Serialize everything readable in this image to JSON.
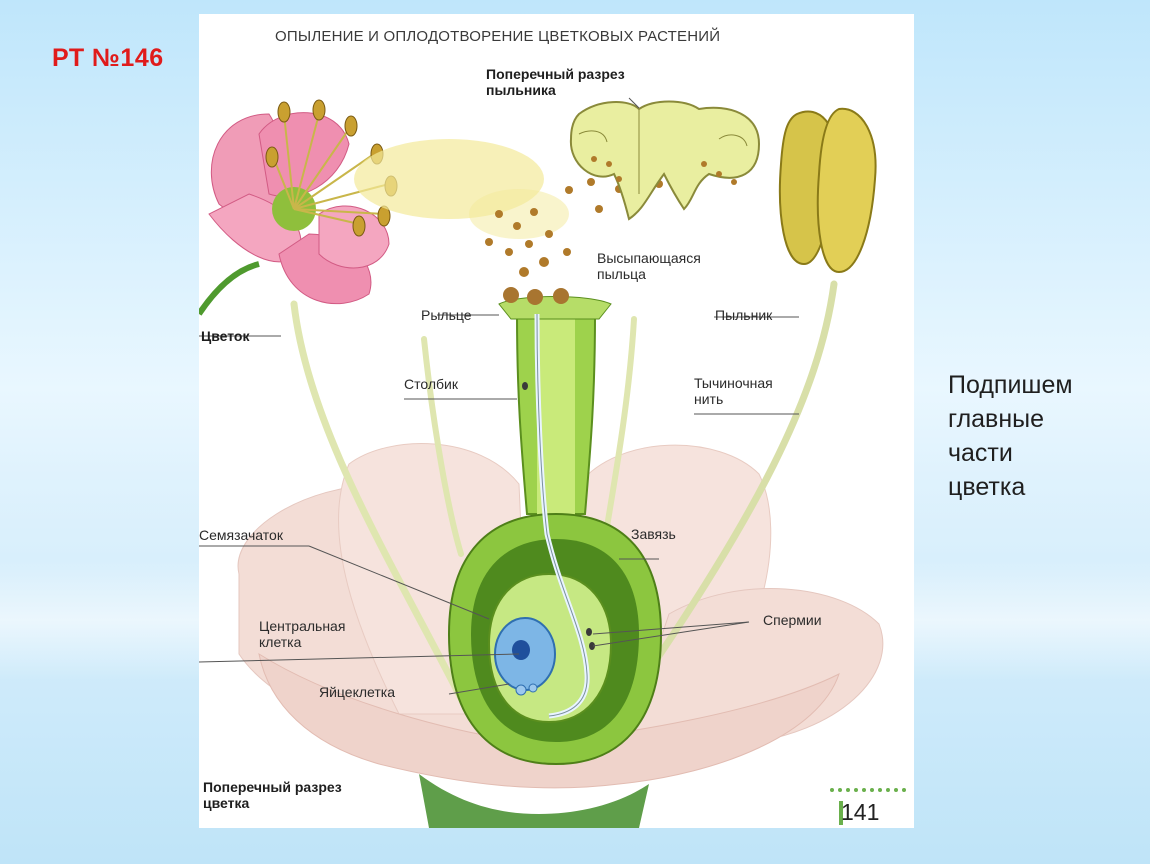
{
  "slide": {
    "number_label": "РТ №146"
  },
  "caption": {
    "lines": [
      "Подпишем",
      "главные",
      "части",
      "цветка"
    ]
  },
  "figure": {
    "title": "ОПЫЛЕНИЕ И ОПЛОДОТВОРЕНИЕ ЦВЕТКОВЫХ РАСТЕНИЙ",
    "page_number": "141",
    "labels": {
      "anther_section_1": "Поперечный разрез",
      "anther_section_2": "пыльника",
      "flower": "Цветок",
      "stigma": "Рыльце",
      "falling_pollen_1": "Высыпающаяся",
      "falling_pollen_2": "пыльца",
      "anther": "Пыльник",
      "style": "Столбик",
      "filament_1": "Тычиночная",
      "filament_2": "нить",
      "ovule": "Семязачаток",
      "ovary": "Завязь",
      "central_cell_1": "Центральная",
      "central_cell_2": "клетка",
      "sperm": "Спермии",
      "egg_cell": "Яйцеклетка",
      "flower_section_1": "Поперечный разрез",
      "flower_section_2": "цветка"
    },
    "colors": {
      "accent_red": "#e01b1b",
      "green": "#8cc63f",
      "pink": "#e8789a",
      "pollen": "#b07a2a"
    }
  }
}
